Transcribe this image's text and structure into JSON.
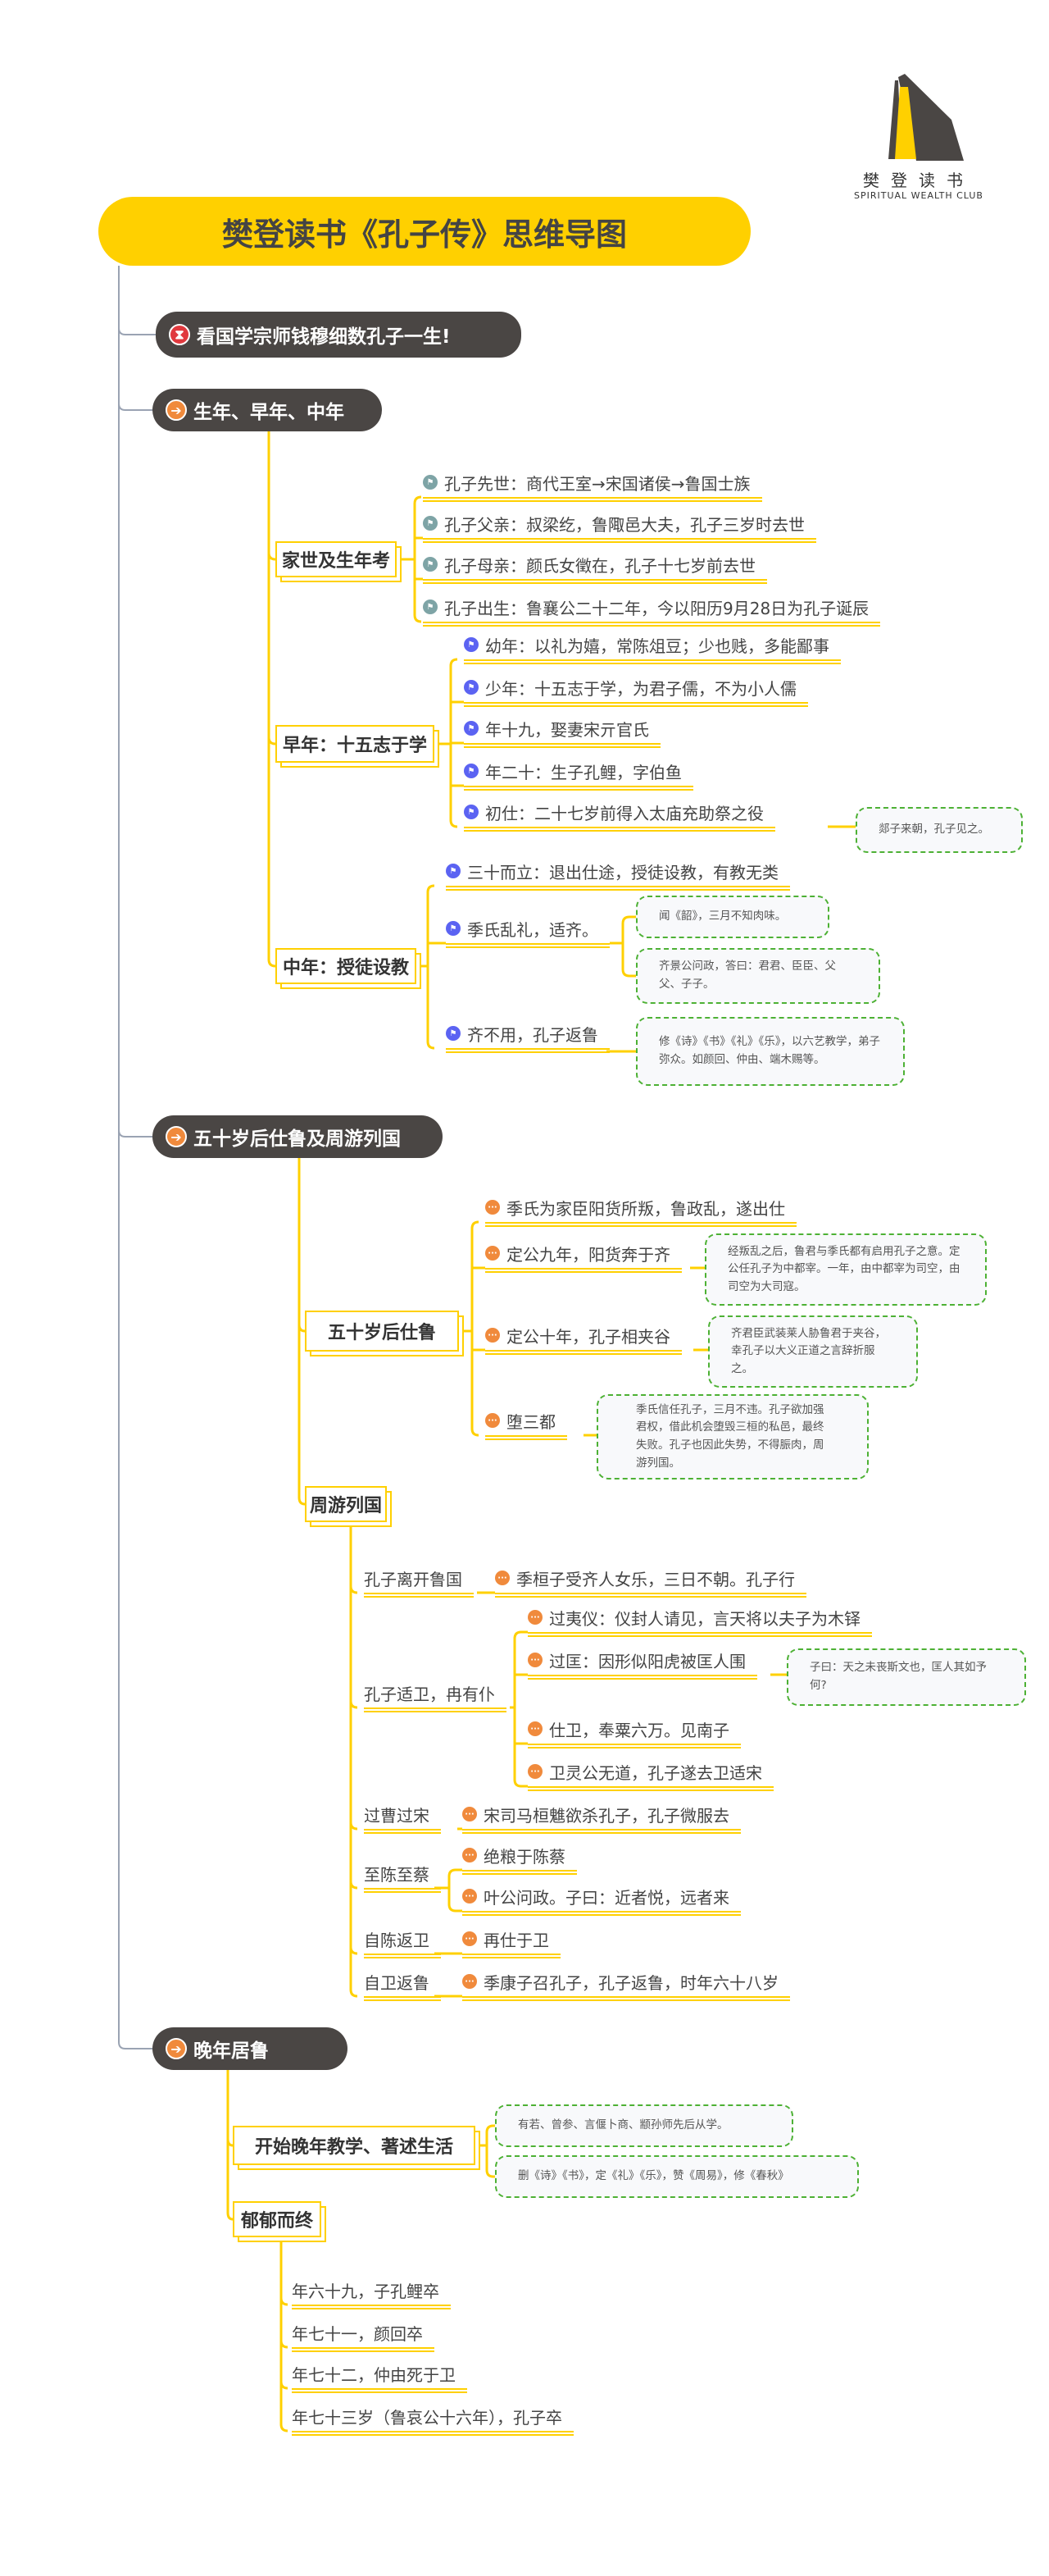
{
  "logo": {
    "cn": "樊登读书",
    "en": "SPIRITUAL WEALTH CLUB"
  },
  "title": "樊登读书《孔子传》思维导图",
  "colors": {
    "accent": "#FFD000",
    "topic_bg": "#4a4644",
    "note_border": "#4db134",
    "icon_orange": "#f08a3c",
    "icon_blue": "#5b63f2",
    "icon_teal": "#7ea4a6",
    "icon_red": "#e0393e"
  },
  "topic1": {
    "icon": "hourglass-icon",
    "label": "看国学宗师钱穆细数孔子一生!"
  },
  "topic2": {
    "icon": "arrow-right-icon",
    "label": "生年、早年、中年",
    "family": {
      "label": "家世及生年考",
      "items": [
        "孔子先世：商代王室→宋国诸侯→鲁国士族",
        "孔子父亲：叔梁纥，鲁陬邑大夫，孔子三岁时去世",
        "孔子母亲：颜氏女徵在，孔子十七岁前去世",
        "孔子出生：鲁襄公二十二年，今以阳历9月28日为孔子诞辰"
      ]
    },
    "early": {
      "label": "早年：十五志于学",
      "items": [
        "幼年：以礼为嬉，常陈俎豆；少也贱，多能鄙事",
        "少年：十五志于学，为君子儒，不为小人儒",
        "年十九，娶妻宋亓官氏",
        "年二十：生子孔鲤，字伯鱼",
        "初仕：二十七岁前得入太庙充助祭之役"
      ],
      "note": "郯子来朝，孔子见之。"
    },
    "middle": {
      "label": "中年：授徒设教",
      "items": [
        "三十而立：退出仕途，授徒设教，有教无类",
        "季氏乱礼，适齐。",
        "齐不用，孔子返鲁"
      ],
      "notes": [
        "闻《韶》，三月不知肉味。",
        "齐景公问政，答曰：君君、臣臣、父父、子子。",
        "修《诗》《书》《礼》《乐》，以六艺教学，弟子弥众。如颜回、仲由、端木赐等。"
      ]
    }
  },
  "topic3": {
    "icon": "arrow-right-icon",
    "label": "五十岁后仕鲁及周游列国",
    "office": {
      "label": "五十岁后仕鲁",
      "items": [
        "季氏为家臣阳货所叛，鲁政乱，遂出仕",
        "定公九年，阳货奔于齐",
        "定公十年，孔子相夹谷",
        "堕三都"
      ],
      "notes": [
        "经叛乱之后，鲁君与季氏都有启用孔子之意。定公任孔子为中都宰。一年，由中都宰为司空，由司空为大司寇。",
        "齐君臣武装莱人胁鲁君于夹谷，幸孔子以大义正道之言辞折服之。",
        "季氏信任孔子，三月不违。孔子欲加强君权，借此机会堕毁三桓的私邑，最终失败。孔子也因此失势，不得脤肉，周游列国。"
      ]
    },
    "travel": {
      "label": "周游列国",
      "groups": [
        {
          "label": "孔子离开鲁国",
          "items": [
            "季桓子受齐人女乐，三日不朝。孔子行"
          ]
        },
        {
          "label": "孔子适卫，冉有仆",
          "items": [
            "过夷仪：仪封人请见，言天将以夫子为木铎",
            "过匡：因形似阳虎被匡人围",
            "仕卫，奉粟六万。见南子",
            "卫灵公无道，孔子遂去卫适宋"
          ],
          "note": "子曰：天之未丧斯文也，匡人其如予何?"
        },
        {
          "label": "过曹过宋",
          "items": [
            "宋司马桓魋欲杀孔子，孔子微服去"
          ]
        },
        {
          "label": "至陈至蔡",
          "items": [
            "绝粮于陈蔡",
            "叶公问政。子曰：近者悦，远者来"
          ]
        },
        {
          "label": "自陈返卫",
          "items": [
            "再仕于卫"
          ]
        },
        {
          "label": "自卫返鲁",
          "items": [
            "季康子召孔子，孔子返鲁，时年六十八岁"
          ]
        }
      ]
    }
  },
  "topic4": {
    "icon": "arrow-right-icon",
    "label": "晚年居鲁",
    "teaching": {
      "label": "开始晚年教学、著述生活",
      "notes": [
        "有若、曾参、言偃卜商、颛孙师先后从学。",
        "删《诗》《书》，定《礼》《乐》，赞《周易》，修《春秋》"
      ]
    },
    "end": {
      "label": "郁郁而终",
      "items": [
        "年六十九，子孔鲤卒",
        "年七十一，颜回卒",
        "年七十二，仲由死于卫",
        "年七十三岁（鲁哀公十六年），孔子卒"
      ]
    }
  }
}
